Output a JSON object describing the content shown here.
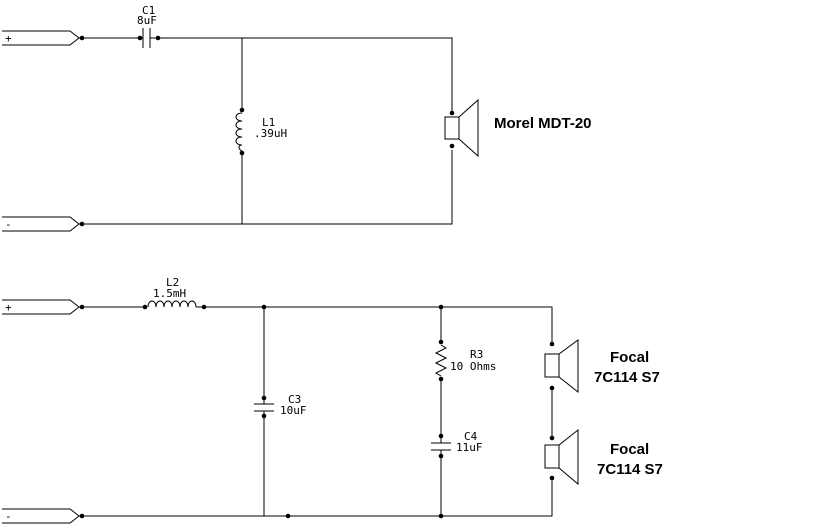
{
  "tweeter_circuit": {
    "input_plus": "+",
    "input_minus": "-",
    "c1": {
      "ref": "C1",
      "value": "8uF"
    },
    "l1": {
      "ref": "L1",
      "value": ".39uH"
    },
    "driver": "Morel MDT-20"
  },
  "woofer_circuit": {
    "input_plus": "+",
    "input_minus": "-",
    "l2": {
      "ref": "L2",
      "value": "1.5mH"
    },
    "c3": {
      "ref": "C3",
      "value": "10uF"
    },
    "r3": {
      "ref": "R3",
      "value": "10 Ohms"
    },
    "c4": {
      "ref": "C4",
      "value": "11uF"
    },
    "driver1": {
      "line1": "Focal",
      "line2": "7C114 S7"
    },
    "driver2": {
      "line1": "Focal",
      "line2": "7C114 S7"
    }
  }
}
